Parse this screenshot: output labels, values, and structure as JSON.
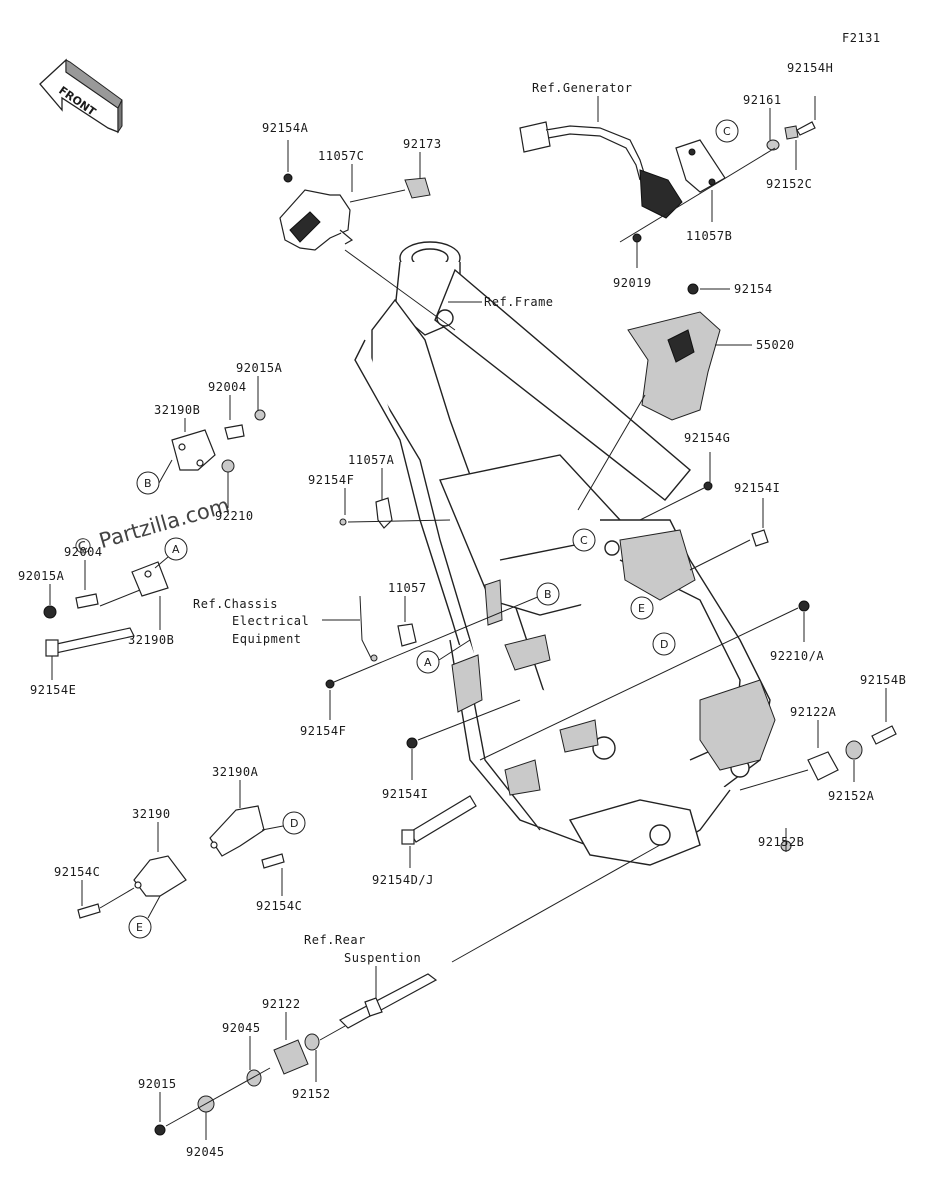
{
  "diagram_code": "F2131",
  "front_arrow": "FRONT",
  "watermark": "© Partzilla.com",
  "refs": {
    "generator": "Ref.Generator",
    "frame": "Ref.Frame",
    "chassis_1": "Ref.Chassis",
    "chassis_2": "Electrical",
    "chassis_3": "Equipment",
    "rear_1": "Ref.Rear",
    "rear_2": "Suspention"
  },
  "parts": {
    "p92154H": "92154H",
    "p92161": "92161",
    "p92152C": "92152C",
    "p11057B": "11057B",
    "p92019": "92019",
    "p92154_top": "92154",
    "p55020": "55020",
    "p92154A": "92154A",
    "p11057C": "11057C",
    "p92173": "92173",
    "p92015A": "92015A",
    "p92004": "92004",
    "p32190B_top": "32190B",
    "p92210": "92210",
    "p92015A_b": "92015A",
    "p92004_b": "92004",
    "p32190B_b": "32190B",
    "p92154E": "92154E",
    "p11057A": "11057A",
    "p92154F_top": "92154F",
    "p11057": "11057",
    "p92154F_b": "92154F",
    "p92154G": "92154G",
    "p92154I_top": "92154I",
    "p92210A": "92210/A",
    "p92154B": "92154B",
    "p92122A": "92122A",
    "p92152A": "92152A",
    "p92152B": "92152B",
    "p92154I_b": "92154I",
    "p92154DJ": "92154D/J",
    "p32190A": "32190A",
    "p32190": "32190",
    "p92154C_l": "92154C",
    "p92154C_r": "92154C",
    "p92122": "92122",
    "p92045_a": "92045",
    "p92152": "92152",
    "p92015": "92015",
    "p92045_b": "92045"
  },
  "callouts": {
    "c_top": "C",
    "c_mid": "C",
    "b_left": "B",
    "b_mid": "B",
    "a_left": "A",
    "a_mid": "A",
    "e_mid": "E",
    "e_bot": "E",
    "d_mid": "D",
    "d_bot": "D"
  }
}
